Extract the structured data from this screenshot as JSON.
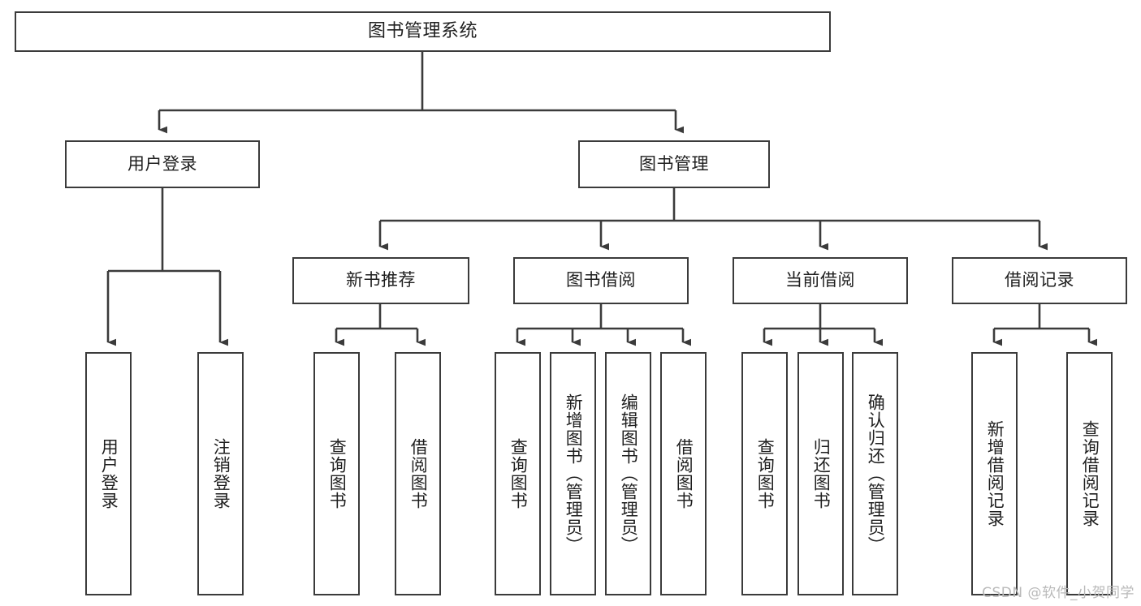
{
  "diagram": {
    "title": "图书管理系统",
    "type": "tree-hierarchy",
    "colors": {
      "border": "#3b3b3b",
      "background": "#ffffff",
      "text": "#1f1f1f",
      "watermark": "#b9b9b9"
    },
    "root": {
      "label": "图书管理系统"
    },
    "level2": [
      {
        "label": "用户登录"
      },
      {
        "label": "图书管理"
      }
    ],
    "level3": [
      {
        "label": "新书推荐"
      },
      {
        "label": "图书借阅"
      },
      {
        "label": "当前借阅"
      },
      {
        "label": "借阅记录"
      }
    ],
    "leaves": {
      "user_login": [
        {
          "label": "用户登录"
        },
        {
          "label": "注销登录"
        }
      ],
      "new_book_recommend": [
        {
          "label": "查询图书"
        },
        {
          "label": "借阅图书"
        }
      ],
      "book_borrow": [
        {
          "label": "查询图书"
        },
        {
          "label": "新增图书（管理员）"
        },
        {
          "label": "编辑图书（管理员）"
        },
        {
          "label": "借阅图书"
        }
      ],
      "current_borrow": [
        {
          "label": "查询图书"
        },
        {
          "label": "归还图书"
        },
        {
          "label": "确认归还（管理员）"
        }
      ],
      "borrow_record": [
        {
          "label": "新增借阅记录"
        },
        {
          "label": "查询借阅记录"
        }
      ]
    },
    "watermark": "CSDN @软件_小贺同学"
  }
}
